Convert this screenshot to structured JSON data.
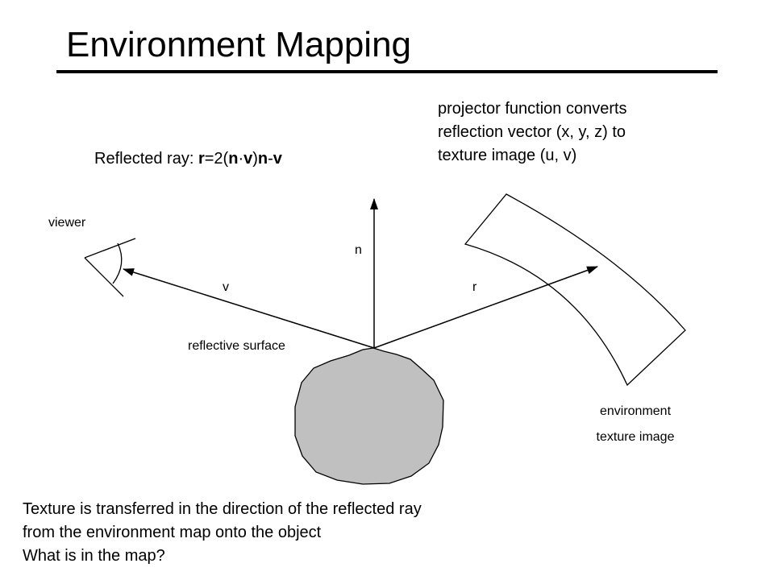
{
  "title": "Environment Mapping",
  "formula": {
    "prefix": "Reflected ray: ",
    "r": "r",
    "eq": "=2(",
    "n1": "n",
    "dot": "·",
    "v1": "v",
    "close": ")",
    "n2": "n",
    "minus": "-",
    "v2": "v"
  },
  "projector_lines": [
    "projector function converts",
    "reflection vector (x, y, z) to",
    "texture image (u, v)"
  ],
  "labels": {
    "viewer": "viewer",
    "n": "n",
    "v": "v",
    "r": "r",
    "surface": "reflective surface",
    "env_line1": "environment",
    "env_line2": "texture image"
  },
  "bottom_lines": [
    "Texture is transferred in the direction of the reflected ray",
    "from the environment map onto the object",
    "What is in the map?"
  ],
  "colors": {
    "surface_fill": "#c0c0c0",
    "stroke": "#000000"
  }
}
